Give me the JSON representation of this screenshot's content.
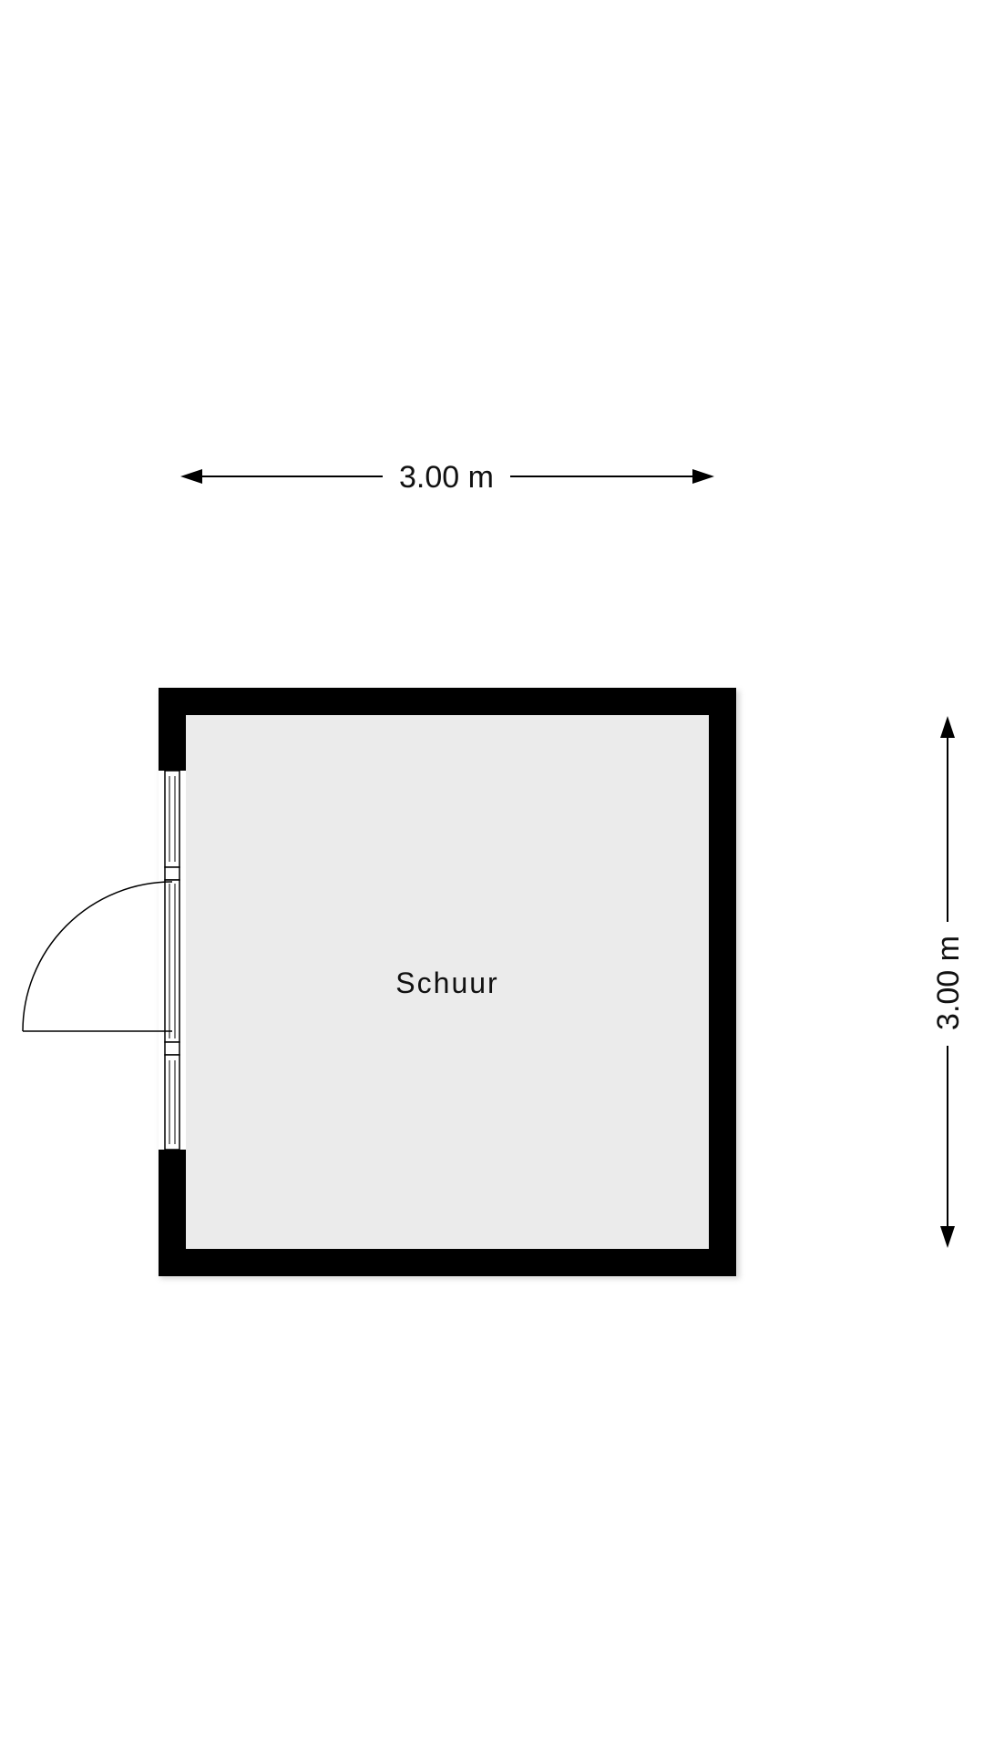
{
  "plan": {
    "room_label": "Schuur",
    "width_label": "3.00 m",
    "height_label": "3.00 m",
    "colors": {
      "wall": "#000000",
      "floor": "#ebebeb",
      "line": "#000000",
      "background": "#ffffff"
    }
  }
}
